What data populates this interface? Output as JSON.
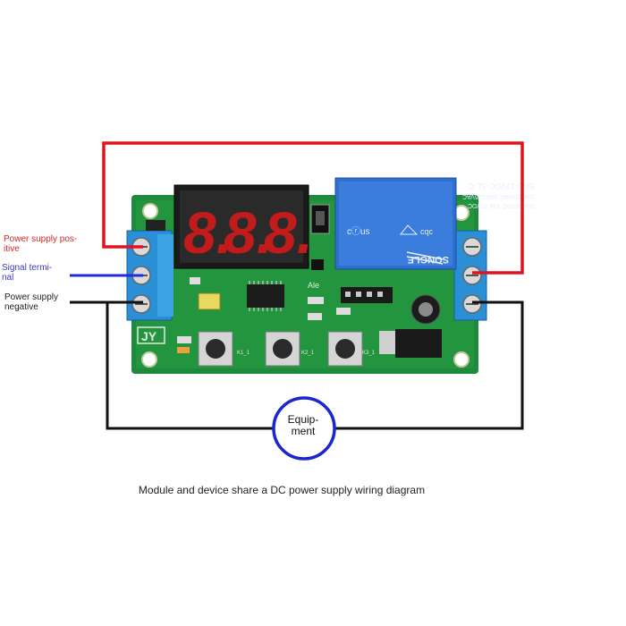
{
  "labels": {
    "power_positive": "Power supply pos-\nitive",
    "signal_terminal": "Signal termi-\nnal",
    "power_negative": "Power supply\nnegative"
  },
  "equipment": "Equip-\nment",
  "caption": "Module and device share a DC power supply wiring diagram",
  "board": {
    "display_digits": [
      "8.",
      "8.",
      "8."
    ],
    "brand": "JY",
    "relay_model": "SRD-12VDC-SL-C",
    "relay_ratings": [
      "10A 250VAC  10A 125VAC",
      "10A 30VDC  10A 28VDC"
    ],
    "relay_brand": "SONGLE",
    "relay_cert": "cqc",
    "relay_ul": "cⓡus",
    "buttons": [
      "K1_1",
      "K2_1",
      "K3_1"
    ],
    "pcb_text": "Ale"
  },
  "colors": {
    "positive_wire": "#e0141e",
    "signal_wire": "#1f2ed6",
    "negative_wire": "#111111",
    "equipment_circle": "#1a26d0",
    "pcb": "#1d8a3c",
    "terminal": "#2a8fd6",
    "relay": "#2f6fd0"
  }
}
